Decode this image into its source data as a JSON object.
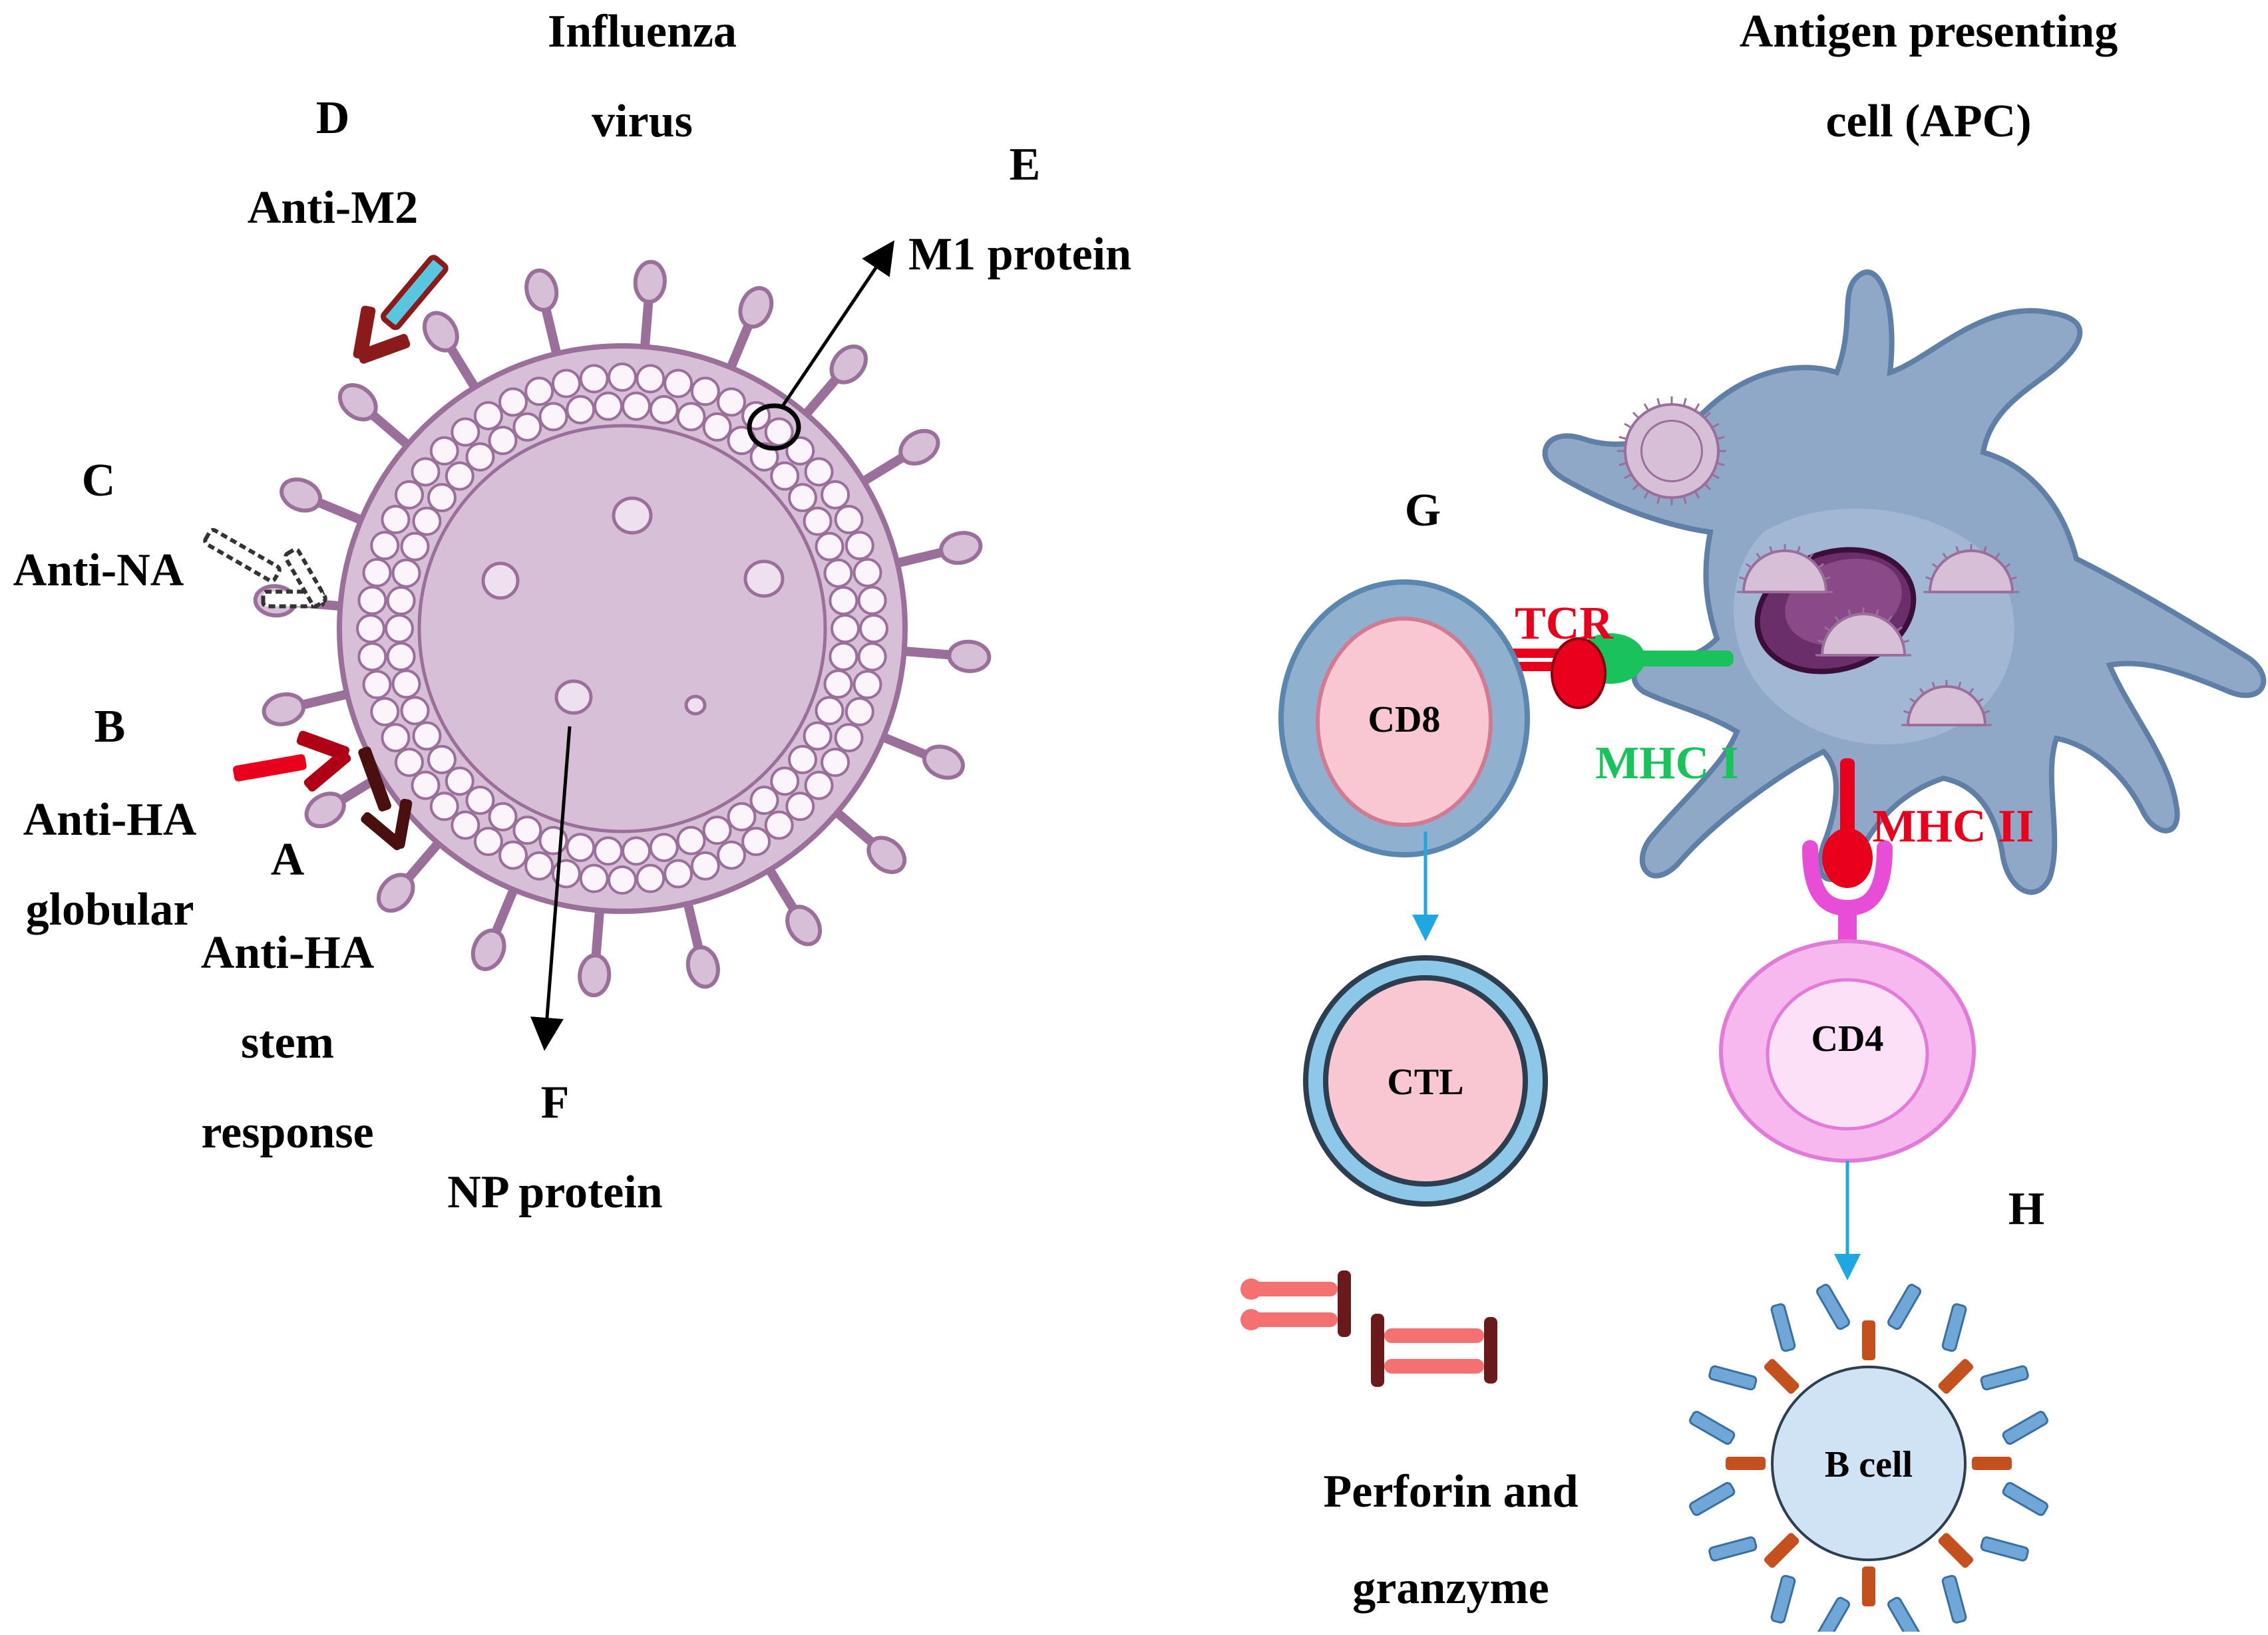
{
  "virus": {
    "title_line1": "Influenza",
    "title_line2": "virus",
    "panel_a": {
      "letter": "A",
      "line1": "Anti-HA",
      "line2": "stem",
      "line3": "response"
    },
    "panel_b": {
      "letter": "B",
      "line1": "Anti-HA",
      "line2": "globular"
    },
    "panel_c": {
      "letter": "C",
      "line1": "Anti-NA"
    },
    "panel_d": {
      "letter": "D",
      "line1": "Anti-M2"
    },
    "panel_e": {
      "letter": "E",
      "line1": "M1 protein"
    },
    "panel_f": {
      "letter": "F",
      "line1": "NP protein"
    }
  },
  "apc": {
    "title_line1": "Antigen presenting",
    "title_line2": "cell (APC)",
    "tcr_label": "TCR",
    "mhc1_label": "MHC I",
    "mhc2_label": "MHC II"
  },
  "cells": {
    "g_letter": "G",
    "h_letter": "H",
    "cd8": "CD8",
    "cd4": "CD4",
    "ctl": "CTL",
    "bcell": "B cell",
    "perforin_line1": "Perforin and",
    "perforin_line2": "granzyme"
  },
  "colors": {
    "virus_body": "#d8bfd8",
    "virus_outline": "#9a6f9a",
    "apc_body": "#8fa8c8",
    "apc_nucleus": "#6a2f6a",
    "tcr_red": "#e8001c",
    "mhc1_green": "#19c25a",
    "cd4_pink": "#e84dd8",
    "arrow_blue": "#1ea7e1"
  }
}
